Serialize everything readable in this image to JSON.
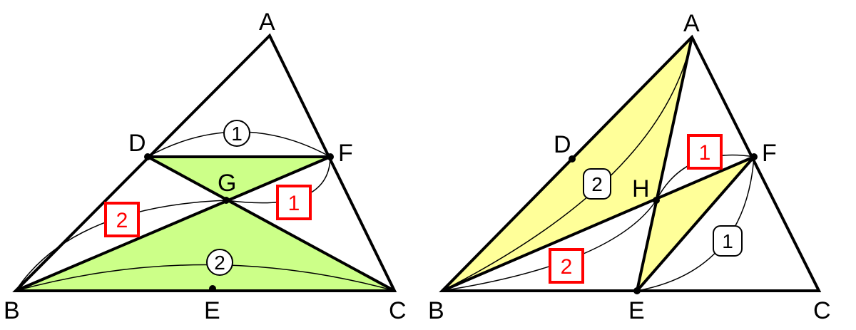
{
  "colors": {
    "green_fill": "#ccff88",
    "yellow_fill": "#ffff99",
    "line": "#000000",
    "red": "#ff0000",
    "background": "#ffffff"
  },
  "left_figure": {
    "points": {
      "A": "A",
      "B": "B",
      "C": "C",
      "D": "D",
      "E": "E",
      "F": "F",
      "G": "G"
    },
    "ratios": {
      "DF": "1",
      "BC": "2",
      "BG": "2",
      "GF": "1"
    }
  },
  "right_figure": {
    "points": {
      "A": "A",
      "B": "B",
      "C": "C",
      "D": "D",
      "E": "E",
      "F": "F",
      "H": "H"
    },
    "ratios": {
      "AB_side": "2",
      "EF": "1",
      "BH": "2",
      "HF": "1"
    }
  }
}
